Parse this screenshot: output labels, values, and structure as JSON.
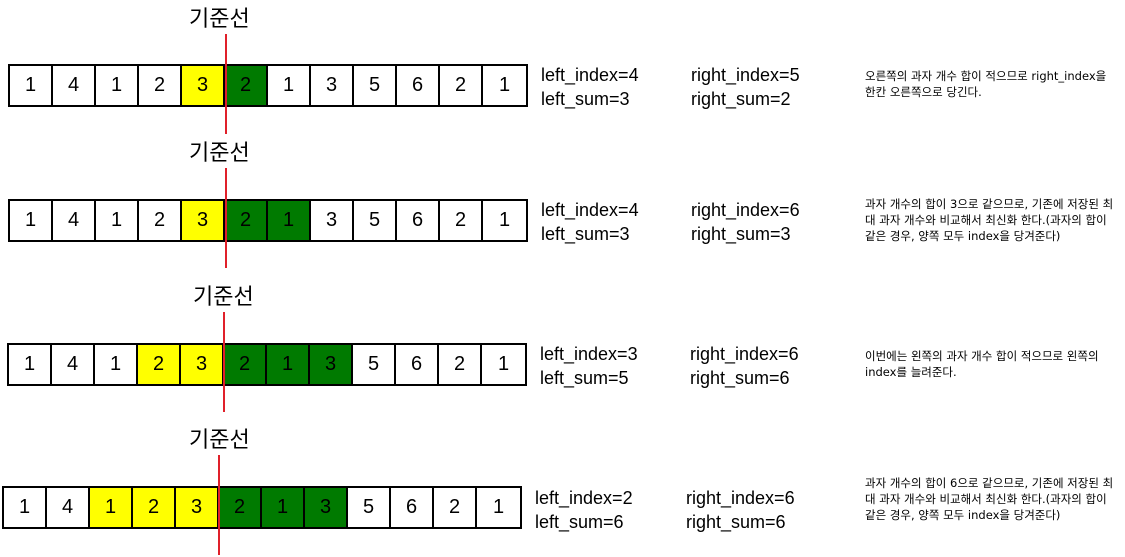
{
  "steps": [
    {
      "title": "기준선",
      "cells": [
        {
          "value": "1",
          "color": "white"
        },
        {
          "value": "4",
          "color": "white"
        },
        {
          "value": "1",
          "color": "white"
        },
        {
          "value": "2",
          "color": "white"
        },
        {
          "value": "3",
          "color": "yellow"
        },
        {
          "value": "2",
          "color": "green"
        },
        {
          "value": "1",
          "color": "white"
        },
        {
          "value": "3",
          "color": "white"
        },
        {
          "value": "5",
          "color": "white"
        },
        {
          "value": "6",
          "color": "white"
        },
        {
          "value": "2",
          "color": "white"
        },
        {
          "value": "1",
          "color": "white"
        }
      ],
      "left_index": "left_index=4",
      "left_sum": "left_sum=3",
      "right_index": "right_index=5",
      "right_sum": "right_sum=2",
      "note": "오른쪽의 과자 개수 합이 적으므로 right_index을 한칸 오른쪽으로 당긴다."
    },
    {
      "title": "기준선",
      "cells": [
        {
          "value": "1",
          "color": "white"
        },
        {
          "value": "4",
          "color": "white"
        },
        {
          "value": "1",
          "color": "white"
        },
        {
          "value": "2",
          "color": "white"
        },
        {
          "value": "3",
          "color": "yellow"
        },
        {
          "value": "2",
          "color": "green"
        },
        {
          "value": "1",
          "color": "green"
        },
        {
          "value": "3",
          "color": "white"
        },
        {
          "value": "5",
          "color": "white"
        },
        {
          "value": "6",
          "color": "white"
        },
        {
          "value": "2",
          "color": "white"
        },
        {
          "value": "1",
          "color": "white"
        }
      ],
      "left_index": "left_index=4",
      "left_sum": "left_sum=3",
      "right_index": "right_index=6",
      "right_sum": "right_sum=3",
      "note": "과자 개수의 합이 3으로 같으므로, 기존에 저장된 최대 과자 개수와 비교해서 최신화 한다.(과자의 합이 같은 경우, 양쪽 모두 index을 당겨준다)"
    },
    {
      "title": "기준선",
      "cells": [
        {
          "value": "1",
          "color": "white"
        },
        {
          "value": "4",
          "color": "white"
        },
        {
          "value": "1",
          "color": "white"
        },
        {
          "value": "2",
          "color": "yellow"
        },
        {
          "value": "3",
          "color": "yellow"
        },
        {
          "value": "2",
          "color": "green"
        },
        {
          "value": "1",
          "color": "green"
        },
        {
          "value": "3",
          "color": "green"
        },
        {
          "value": "5",
          "color": "white"
        },
        {
          "value": "6",
          "color": "white"
        },
        {
          "value": "2",
          "color": "white"
        },
        {
          "value": "1",
          "color": "white"
        }
      ],
      "left_index": "left_index=3",
      "left_sum": "left_sum=5",
      "right_index": "right_index=6",
      "right_sum": "right_sum=6",
      "note": "이번에는 왼쪽의 과자 개수 합이 적으므로 왼쪽의 index를 늘려준다."
    },
    {
      "title": "기준선",
      "cells": [
        {
          "value": "1",
          "color": "white"
        },
        {
          "value": "4",
          "color": "white"
        },
        {
          "value": "1",
          "color": "yellow"
        },
        {
          "value": "2",
          "color": "yellow"
        },
        {
          "value": "3",
          "color": "yellow"
        },
        {
          "value": "2",
          "color": "green"
        },
        {
          "value": "1",
          "color": "green"
        },
        {
          "value": "3",
          "color": "green"
        },
        {
          "value": "5",
          "color": "white"
        },
        {
          "value": "6",
          "color": "white"
        },
        {
          "value": "2",
          "color": "white"
        },
        {
          "value": "1",
          "color": "white"
        }
      ],
      "left_index": "left_index=2",
      "left_sum": "left_sum=6",
      "right_index": "right_index=6",
      "right_sum": "right_sum=6",
      "note": "과자 개수의 합이 6으로 같으므로, 기존에 저장된 최대 과자 개수와 비교해서 최신화 한다.(과자의 합이 같은 경우, 양쪽 모두 index을 당겨준다)"
    }
  ]
}
